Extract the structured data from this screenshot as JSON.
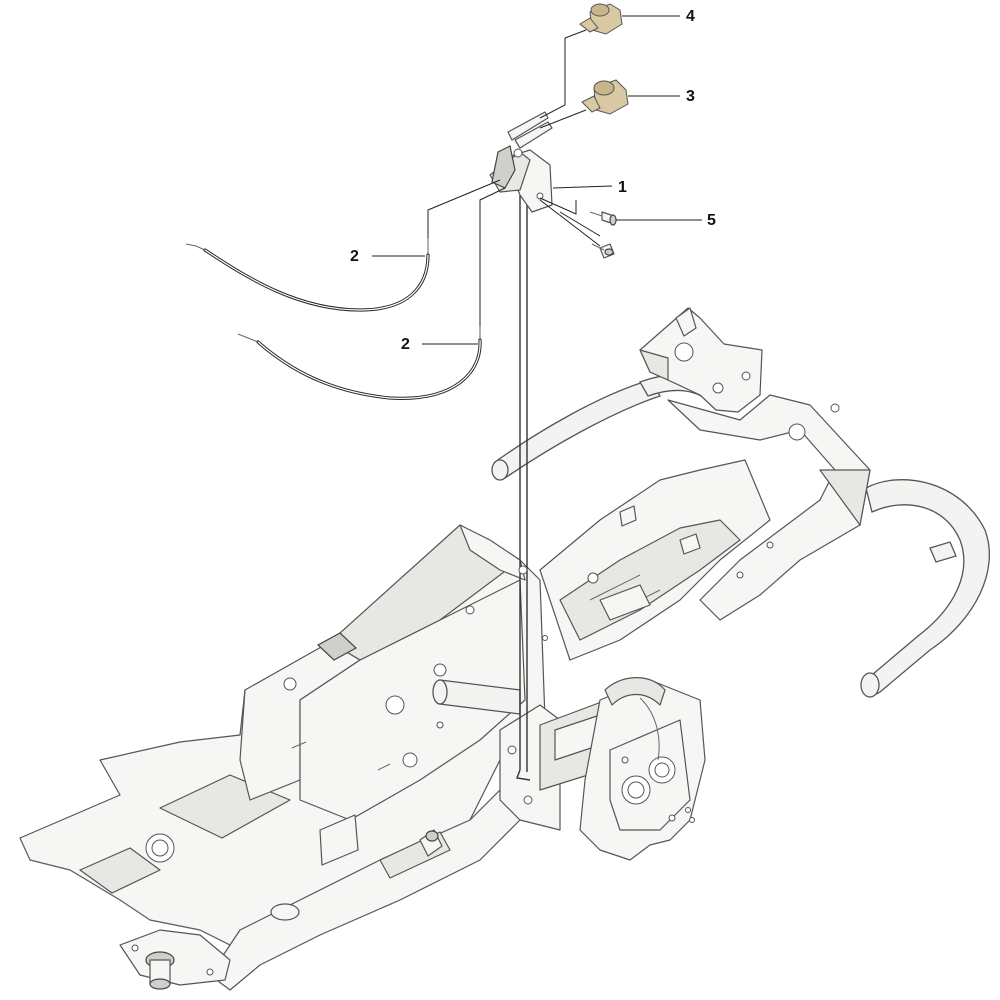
{
  "callouts": [
    {
      "label": "4"
    },
    {
      "label": "3"
    },
    {
      "label": "1"
    },
    {
      "label": "5"
    },
    {
      "label": "2"
    },
    {
      "label": "2"
    }
  ]
}
